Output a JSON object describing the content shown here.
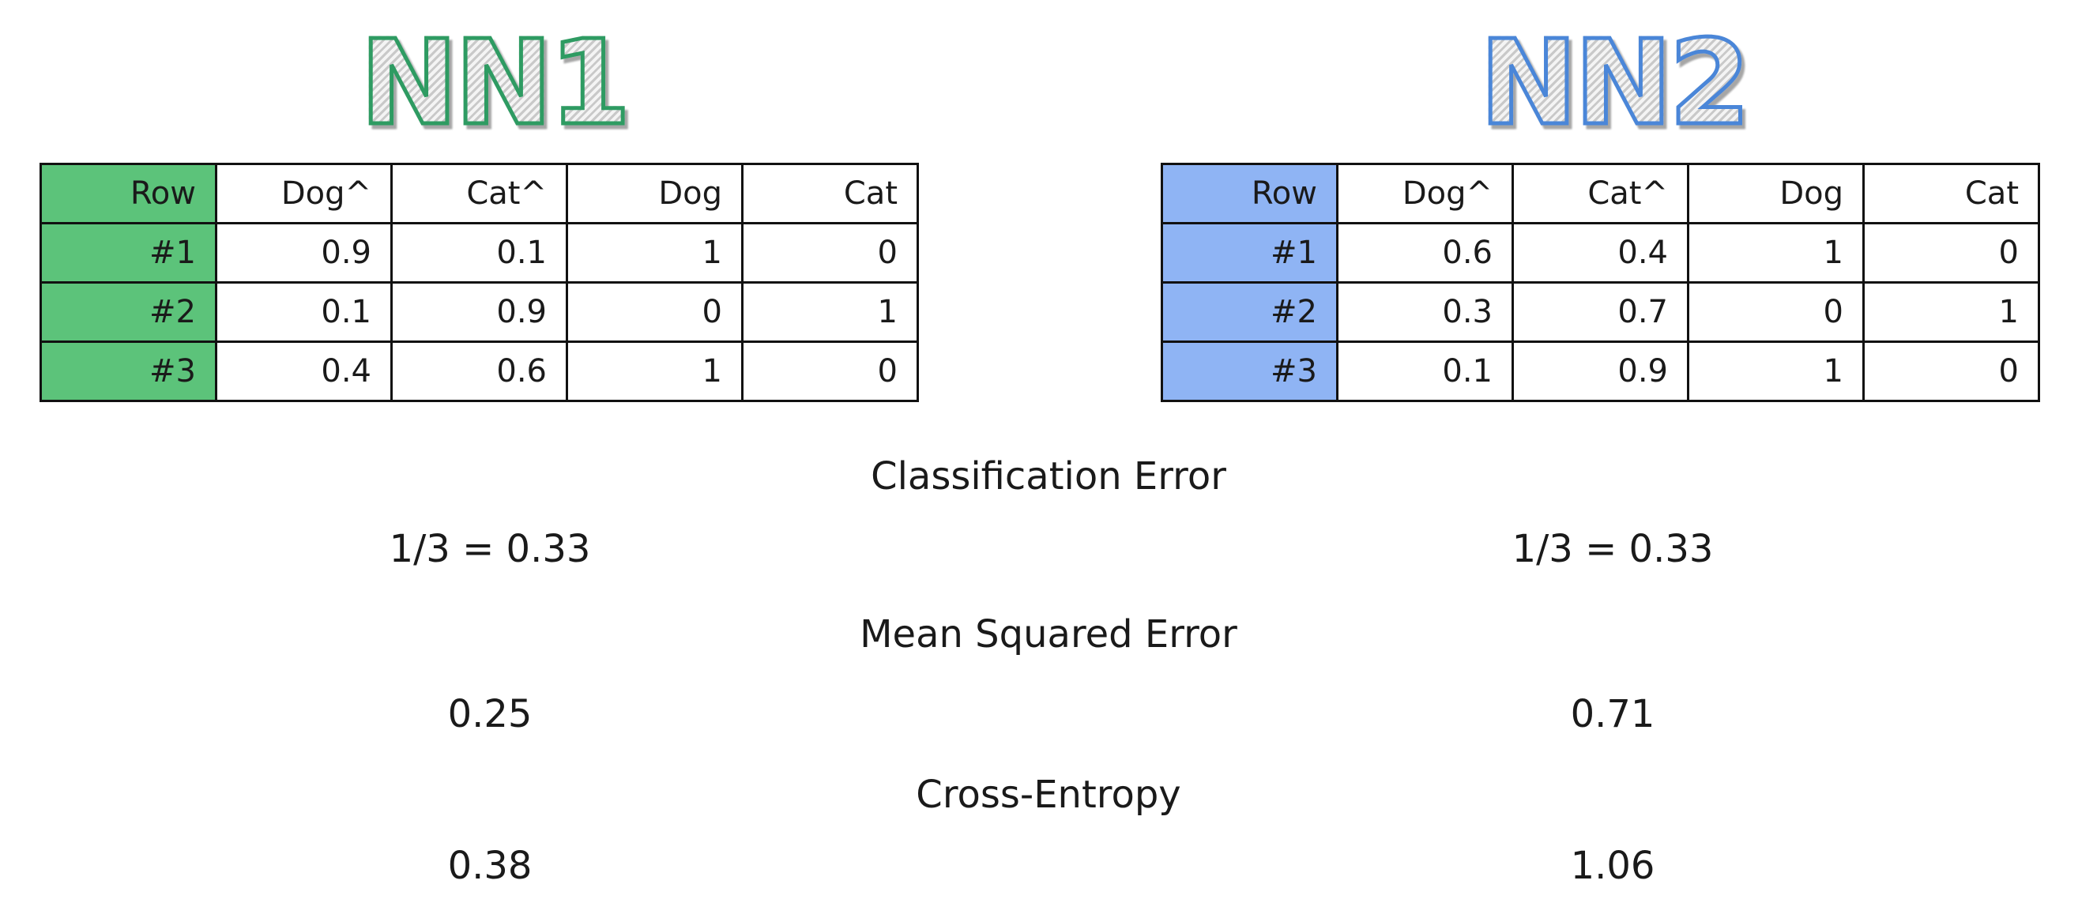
{
  "nn1": {
    "title": "NN1",
    "header_color": "#5cc37a",
    "title_color": "#2e9b62",
    "columns": [
      "Row",
      "Dog^",
      "Cat^",
      "Dog",
      "Cat"
    ],
    "rows": [
      [
        "#1",
        "0.9",
        "0.1",
        "1",
        "0"
      ],
      [
        "#2",
        "0.1",
        "0.9",
        "0",
        "1"
      ],
      [
        "#3",
        "0.4",
        "0.6",
        "1",
        "0"
      ]
    ]
  },
  "nn2": {
    "title": "NN2",
    "header_color": "#8fb4f4",
    "title_color": "#4a86d8",
    "columns": [
      "Row",
      "Dog^",
      "Cat^",
      "Dog",
      "Cat"
    ],
    "rows": [
      [
        "#1",
        "0.6",
        "0.4",
        "1",
        "0"
      ],
      [
        "#2",
        "0.3",
        "0.7",
        "0",
        "1"
      ],
      [
        "#3",
        "0.1",
        "0.9",
        "1",
        "0"
      ]
    ]
  },
  "metrics": {
    "classification_error": {
      "label": "Classification Error",
      "nn1": "1/3 = 0.33",
      "nn2": "1/3 = 0.33"
    },
    "mean_squared_error": {
      "label": "Mean Squared Error",
      "nn1": "0.25",
      "nn2": "0.71"
    },
    "cross_entropy": {
      "label": "Cross-Entropy",
      "nn1": "0.38",
      "nn2": "1.06"
    }
  }
}
